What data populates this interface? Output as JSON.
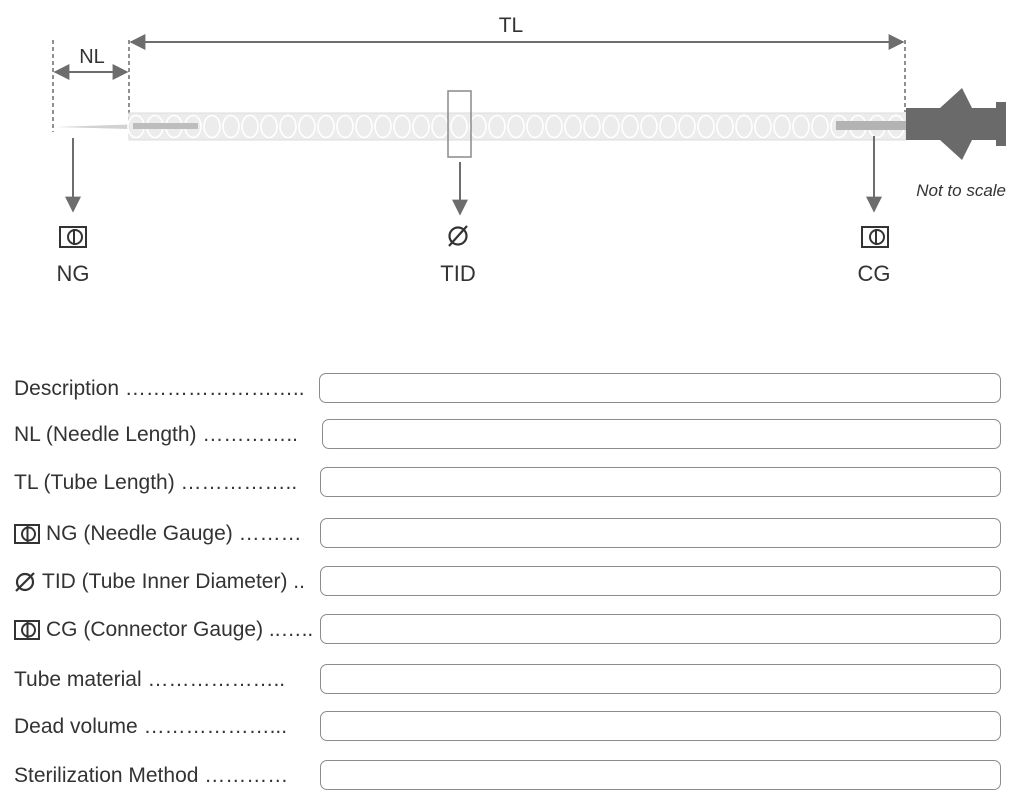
{
  "diagram": {
    "labels": {
      "tl": "TL",
      "nl": "NL",
      "ng": "NG",
      "tid": "TID",
      "cg": "CG",
      "note": "Not to scale"
    },
    "icons": {
      "ng": "needle-gauge-symbol-icon",
      "tid": "diameter-symbol-icon",
      "cg": "connector-gauge-symbol-icon"
    }
  },
  "form": {
    "rows": [
      {
        "label": "Description ……………………..",
        "icon": "",
        "value": ""
      },
      {
        "label": "NL (Needle Length) …………..",
        "icon": "",
        "value": ""
      },
      {
        "label": "TL  (Tube Length) ……………..",
        "icon": "",
        "value": ""
      },
      {
        "label": "NG (Needle Gauge) ………",
        "icon": "needle-gauge-symbol-icon",
        "value": ""
      },
      {
        "label": "TID (Tube  Inner Diameter) ..",
        "icon": "diameter-symbol-icon",
        "value": ""
      },
      {
        "label": "CG (Connector Gauge) ..…..",
        "icon": "connector-gauge-symbol-icon",
        "value": ""
      },
      {
        "label": "Tube material ………………..",
        "icon": "",
        "value": ""
      },
      {
        "label": "Dead volume ………………...",
        "icon": "",
        "value": ""
      },
      {
        "label": "Sterilization Method …………",
        "icon": "",
        "value": ""
      }
    ]
  }
}
